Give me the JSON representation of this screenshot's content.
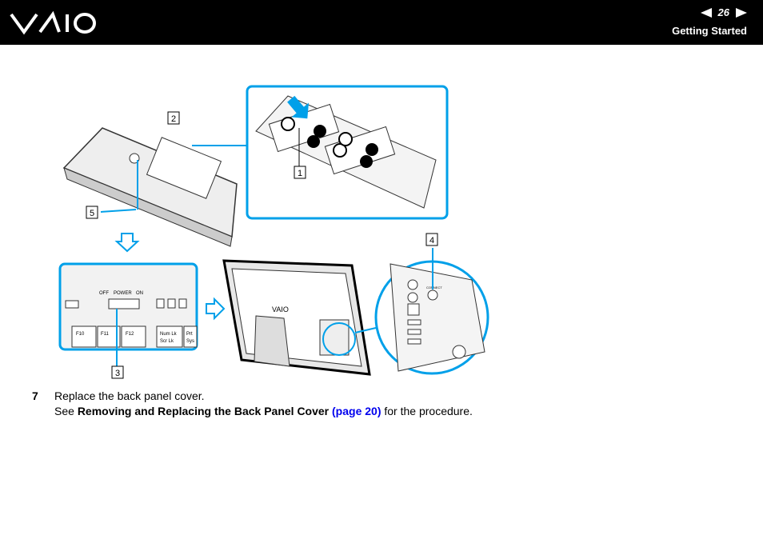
{
  "header": {
    "logo_text": "VAIO",
    "page_number": "26",
    "section_title": "Getting Started"
  },
  "figure": {
    "callouts": [
      "1",
      "2",
      "3",
      "4",
      "5"
    ],
    "keyboard_switch_labels": [
      "OFF",
      "POWER",
      "ON"
    ],
    "function_keys": [
      "F10",
      "F11",
      "F12",
      "Num Lk",
      "Scr Lk",
      "Prt",
      "Sys"
    ],
    "pc_logo_text": "VAIO",
    "connect_label": "CONNECT"
  },
  "step": {
    "number": "7",
    "line1": "Replace the back panel cover.",
    "see_prefix": "See ",
    "bold_ref": "Removing and Replacing the Back Panel Cover",
    "link_text": "(page 20)",
    "suffix": " for the procedure."
  },
  "colors": {
    "accent": "#00a0e9",
    "link": "#0000ee",
    "header_bg": "#000000"
  }
}
